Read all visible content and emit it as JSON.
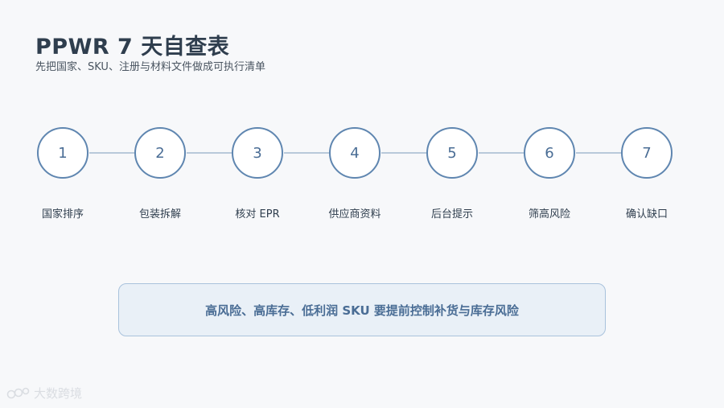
{
  "header": {
    "title": "PPWR 7 天自查表",
    "subtitle": "先把国家、SKU、注册与材料文件做成可执行清单"
  },
  "steps": [
    {
      "number": "1",
      "label": "国家排序"
    },
    {
      "number": "2",
      "label": "包装拆解"
    },
    {
      "number": "3",
      "label": "核对 EPR"
    },
    {
      "number": "4",
      "label": "供应商资料"
    },
    {
      "number": "5",
      "label": "后台提示"
    },
    {
      "number": "6",
      "label": "筛高风险"
    },
    {
      "number": "7",
      "label": "确认缺口"
    }
  ],
  "note": {
    "text": "高风险、高库存、低利润 SKU 要提前控制补货与库存风险"
  },
  "watermark": {
    "text": "大数跨境"
  }
}
